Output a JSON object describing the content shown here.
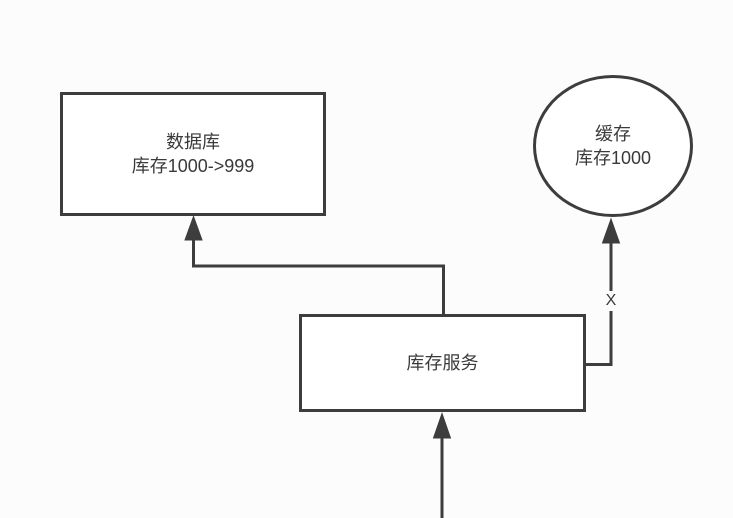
{
  "colors": {
    "background": "#fcfcfc",
    "shape_fill": "#ffffff",
    "stroke": "#3d3d3d",
    "text": "#3a3a3a"
  },
  "nodes": {
    "database": {
      "line1": "数据库",
      "line2": "库存1000->999"
    },
    "cache": {
      "line1": "缓存",
      "line2": "库存1000"
    },
    "service": {
      "label": "库存服务"
    }
  },
  "edges": {
    "service_to_cache": {
      "label": "X"
    }
  }
}
